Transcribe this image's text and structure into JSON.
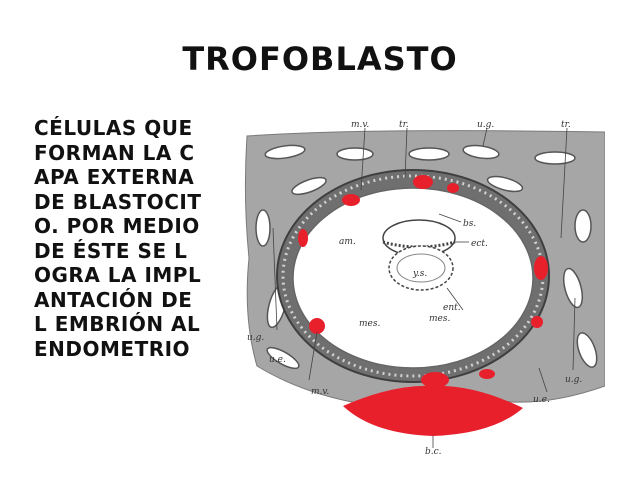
{
  "slide": {
    "title": "TROFOBLASTO",
    "body": "CÉLULAS QUE FORMAN LA CAPA EXTERNA DE BLASTOCITO. POR MEDIO DE ÉSTE SE LOGRA LA IMPLANTACIÓN DEL EMBRIÓN AL ENDOMETRIO"
  },
  "figure": {
    "labels": {
      "mv_top": "m.v.",
      "tr_top": "tr.",
      "ug_top": "u.g.",
      "tr_right": "tr.",
      "bs": "bs.",
      "am": "am.",
      "ect": "ect.",
      "ys": "y.s.",
      "ent": "ent.",
      "mes_inner": "mes.",
      "mes": "mes.",
      "ug_left": "u.g.",
      "ue_left": "u.e.",
      "mv_bottom": "m.v.",
      "ug_right": "u.g.",
      "ue_right": "u.e.",
      "bc": "b.c."
    },
    "colors": {
      "tissue": "#a6a6a6",
      "blood": "#e8202c",
      "cavity": "#ffffff",
      "outline": "#555555"
    }
  }
}
